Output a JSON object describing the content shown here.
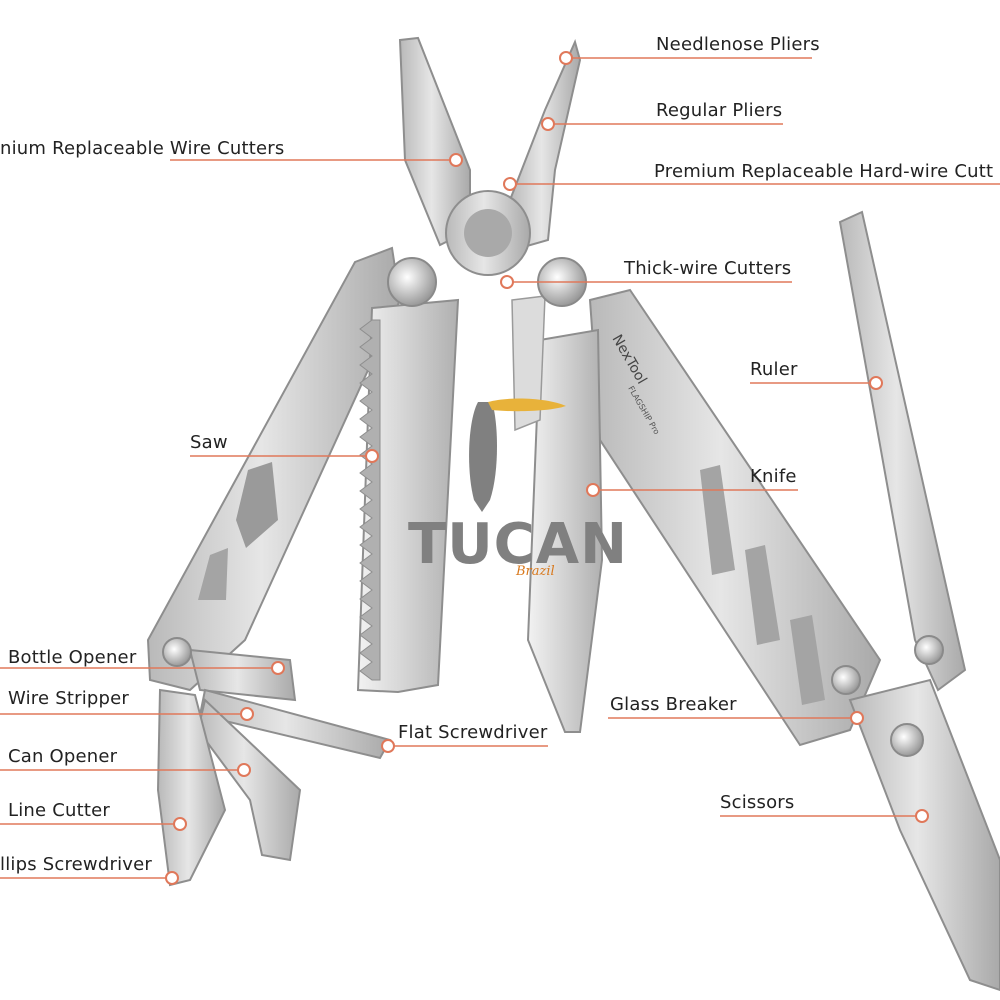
{
  "labels": {
    "needlenose_pliers": "Needlenose Pliers",
    "regular_pliers": "Regular Pliers",
    "replaceable_wire_cutters": "nium Replaceable Wire Cutters",
    "hard_wire_cutters": "Premium Replaceable Hard-wire Cutt",
    "thick_wire_cutters": "Thick-wire Cutters",
    "ruler": "Ruler",
    "saw": "Saw",
    "knife": "Knife",
    "bottle_opener": "Bottle Opener",
    "wire_stripper": "Wire Stripper",
    "flat_screwdriver": "Flat Screwdriver",
    "can_opener": "Can Opener",
    "line_cutter": "Line Cutter",
    "phillips_screwdriver": "llips Screwdriver",
    "glass_breaker": "Glass Breaker",
    "scissors": "Scissors"
  },
  "engraving": {
    "brand": "NexTool",
    "model": "FLAGSHIP Pro"
  },
  "watermark": {
    "title": "TUCAN",
    "subtitle": "Brazil"
  },
  "colors": {
    "leader_line": "#e0785a",
    "metal": "#c9c9c9",
    "metal_dark": "#8e8e8e",
    "watermark_gray": "#808080",
    "watermark_accent": "#d8781c"
  }
}
